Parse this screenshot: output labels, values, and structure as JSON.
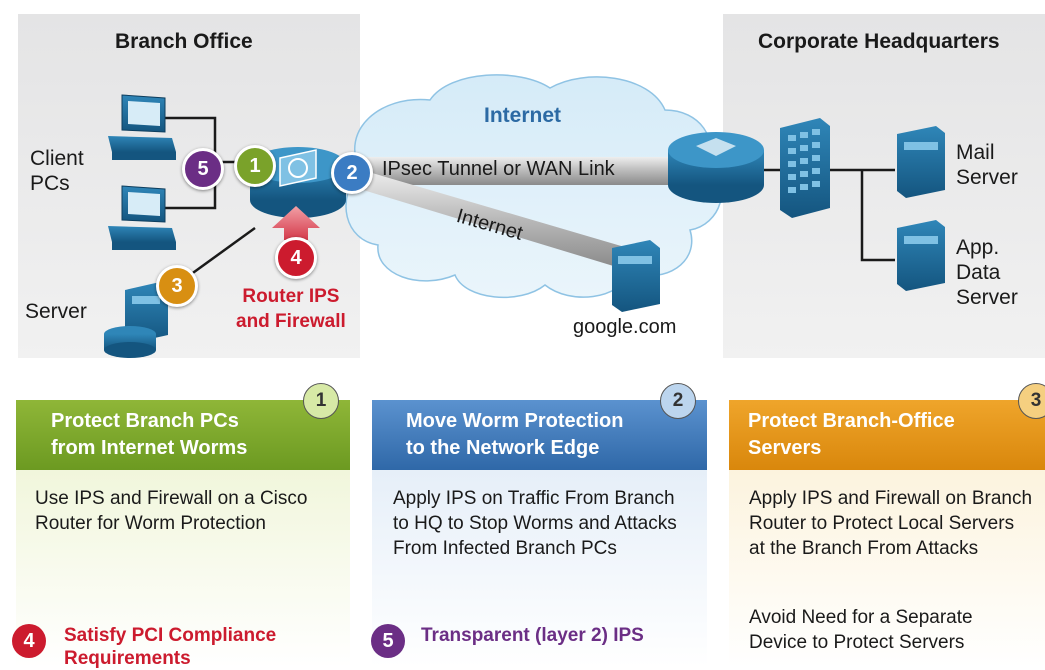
{
  "branch_office": {
    "title": "Branch Office",
    "client_label": "Client\nPCs",
    "server_label": "Server",
    "router_label": "Router IPS\nand Firewall"
  },
  "internet": {
    "title": "Internet",
    "tunnel_label": "IPsec Tunnel or WAN Link",
    "link_label": "Internet",
    "destination": "google.com"
  },
  "headquarters": {
    "title": "Corporate Headquarters",
    "mail_label": "Mail\nServer",
    "app_label": "App. Data\nServer"
  },
  "markers": [
    "1",
    "2",
    "3",
    "4",
    "5"
  ],
  "panels": [
    {
      "number": "1",
      "title": "Protect Branch PCs\nfrom Internet Worms",
      "body": "Use IPS and Firewall on a Cisco Router for Worm Protection",
      "color": "#7aa22a"
    },
    {
      "number": "2",
      "title": "Move Worm Protection\nto the Network Edge",
      "body": "Apply IPS on Traffic From Branch to HQ to Stop Worms and Attacks From Infected Branch PCs",
      "color": "#3b7cc3"
    },
    {
      "number": "3",
      "title": "Protect Branch-Office\nServers",
      "body": "Apply IPS and Firewall on Branch Router to Protect Local Servers at the Branch From Attacks",
      "extra": "Avoid Need for a Separate Device to Protect Servers",
      "color": "#d88f12"
    }
  ],
  "footnotes": [
    {
      "number": "4",
      "text": "Satisfy PCI Compliance Requirements",
      "color": "#cc1b2e"
    },
    {
      "number": "5",
      "text": "Transparent (layer 2) IPS",
      "color": "#6b2e85"
    }
  ]
}
